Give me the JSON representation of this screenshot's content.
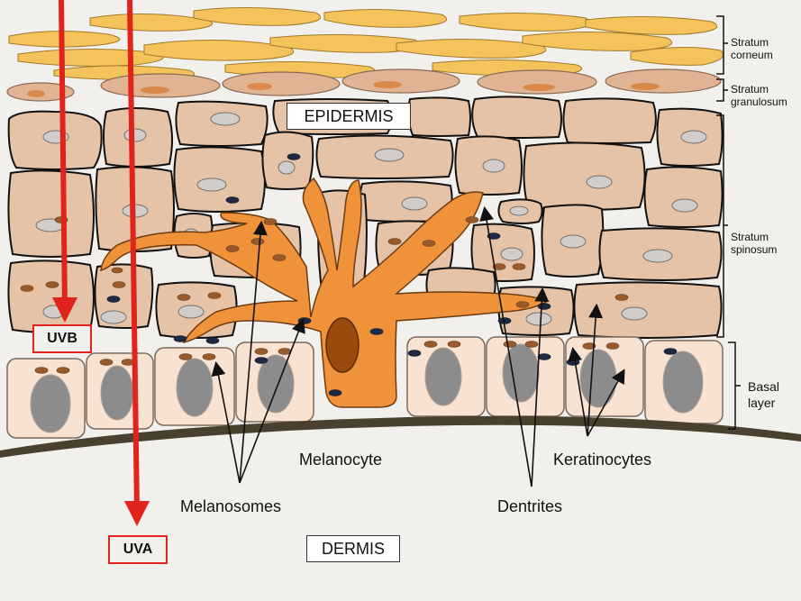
{
  "labels": {
    "epidermis": "EPIDERMIS",
    "dermis": "DERMIS",
    "uvb": "UVB",
    "uva": "UVA",
    "stratum_corneum_1": "Stratum",
    "stratum_corneum_2": "corneum",
    "stratum_granulosum_1": "Stratum",
    "stratum_granulosum_2": "granulosum",
    "stratum_spinosum_1": "Stratum",
    "stratum_spinosum_2": "spinosum",
    "basal_layer_1": "Basal",
    "basal_layer_2": "layer",
    "melanocyte": "Melanocyte",
    "melanosomes": "Melanosomes",
    "dentrites": "Dentrites",
    "keratinocytes": "Keratinocytes"
  },
  "colors": {
    "uv_arrow": "#e0241b",
    "corneum_flake": "#f5c35c",
    "keratinocyte_fill": "#e6c3a6",
    "basal_cell_fill": "#f8e2d2",
    "melanocyte_fill": "#f0923a",
    "melanocyte_nucleus": "#9a4a0c",
    "cell_nucleus": "#8c8c8c",
    "dermis_band": "#4a4030"
  }
}
